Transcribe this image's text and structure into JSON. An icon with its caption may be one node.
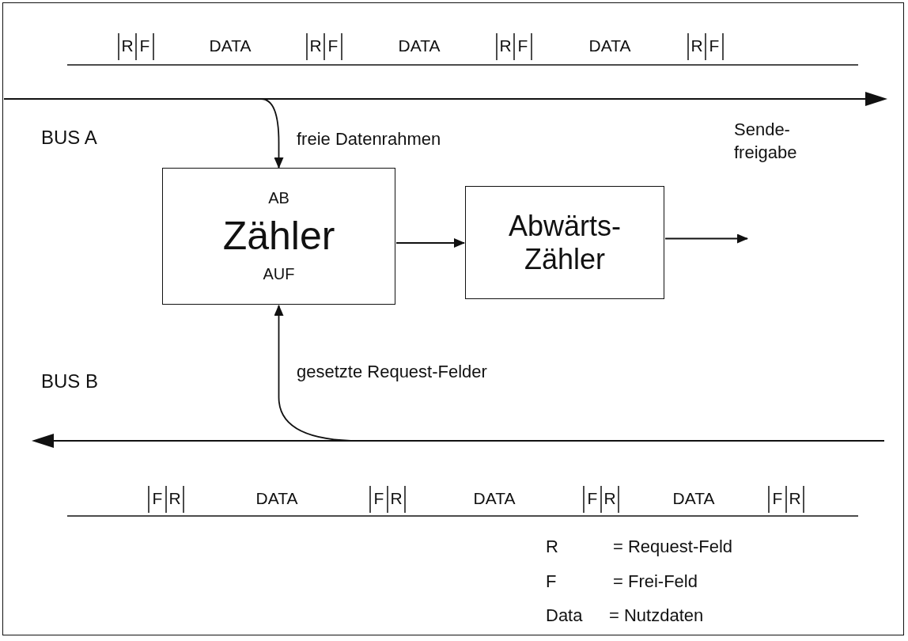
{
  "diagram": {
    "nodes": [
      {
        "text": [],
        "shape": "bar"
      },
      {
        "text": [
          "AB",
          "Zähler",
          "AUF"
        ]
      },
      {
        "text": [
          "Abwärts- Zähler"
        ]
      },
      {
        "text": [],
        "shape": "bar"
      }
    ],
    "edges": [
      {
        "from": 0,
        "to": 1,
        "arrow": "to",
        "label": "freie Datenrahmen"
      },
      {
        "from": 3,
        "to": 1,
        "arrow": "to",
        "label": "gesetzte Request-Felder"
      },
      {
        "from": 1,
        "to": 2,
        "arrow": "to"
      },
      {
        "from": 2,
        "to": null,
        "arrow": "to",
        "label": "Sende- freigabe"
      }
    ],
    "labels": [
      "R",
      "F",
      "DATA",
      "R",
      "F",
      "DATA",
      "R",
      "F",
      "DATA",
      "R",
      "F",
      "BUS A",
      "BUS B",
      "F",
      "R",
      "DATA",
      "F",
      "R",
      "DATA",
      "F",
      "R",
      "DATA",
      "F",
      "R",
      "R",
      "= Request-Feld",
      "F",
      "= Frei-Feld",
      "Data",
      "= Nutzdaten"
    ]
  }
}
